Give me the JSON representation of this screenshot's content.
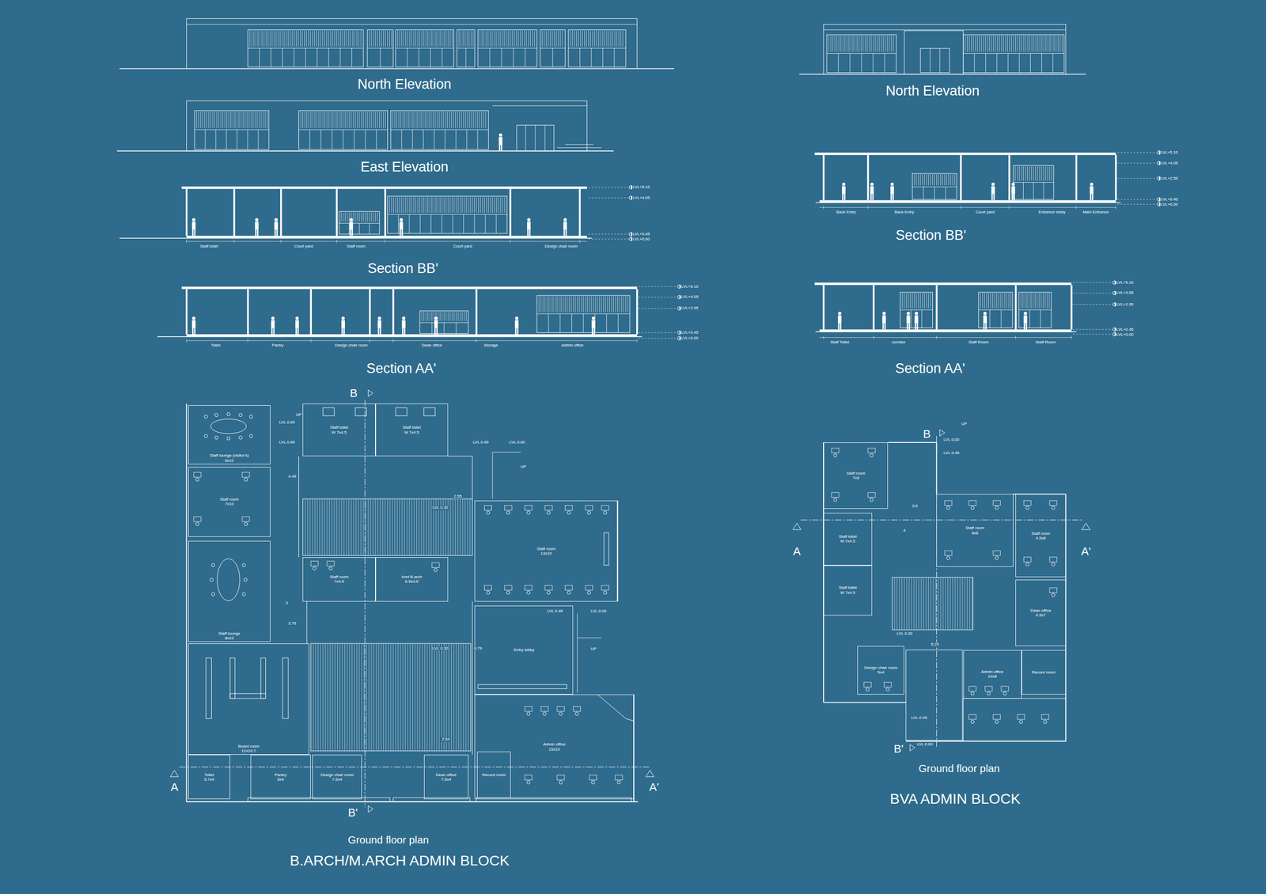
{
  "diagram": {
    "nodes": [
      {
        "text": [
          "Staff lounge (visitor's)",
          "6x10"
        ]
      },
      {
        "text": [
          "Staff toilet",
          "W 7x4.5"
        ]
      },
      {
        "text": [
          "Staff toilet",
          "M 7x4.5"
        ]
      },
      {
        "text": [
          "Staff room",
          "7x10"
        ]
      },
      {
        "text": [
          "Staff room",
          "13x10"
        ]
      },
      {
        "text": [
          "Staff lounge",
          "8x10"
        ]
      },
      {
        "text": [
          "Staff room",
          "7x4.5"
        ]
      },
      {
        "text": [
          "Hod B.arch",
          "6.5x4.5"
        ]
      },
      {
        "text": [
          "Entry lobby"
        ]
      },
      {
        "text": [
          "Board room",
          "12x10.7"
        ]
      },
      {
        "text": [
          "Admin office",
          "15x10"
        ]
      },
      {
        "text": [
          "Record room"
        ],
        "in": 10
      },
      {
        "text": [
          "Toilet",
          "5.7x4"
        ]
      },
      {
        "text": [
          "Pantry",
          "6x4"
        ]
      },
      {
        "text": [
          "Design chair room",
          "7.5x4"
        ]
      },
      {
        "text": [
          "Dean office",
          "7.5x4"
        ]
      },
      {
        "text": [
          "Staff room",
          "7x8"
        ]
      },
      {
        "text": [
          "Staff room",
          "8x8"
        ]
      },
      {
        "text": [
          "Staff room",
          "4.5x8"
        ]
      },
      {
        "text": [
          "Staff toilet",
          "M 7x4.5"
        ]
      },
      {
        "text": [
          "Staff toilet",
          "W 7x4.5"
        ]
      },
      {
        "text": [
          "Dean office",
          "4.5x7"
        ]
      },
      {
        "text": [
          "Design chair room",
          "5x4"
        ]
      },
      {
        "text": [
          "Admin office",
          "10x8"
        ]
      },
      {
        "text": [
          "Record room"
        ]
      }
    ],
    "labels": [
      "North Elevation",
      "East Elevation",
      "Section BB'",
      "Section AA'",
      "North Elevation",
      "Section BB'",
      "Section AA'",
      "LVL+5.10",
      "LVL+4.05",
      "LVL+0.45",
      "LVL+0.00",
      "LVL+5.10",
      "LVL+4.05",
      "LVL+2.95",
      "LVL+0.45",
      "LVL+0.00",
      "LVL+5.10",
      "LVL+4.05",
      "LVL+2.55",
      "LVL+0.45",
      "LVL+0.00",
      "LVL+5.10",
      "LVL+4.05",
      "LVL+2.95",
      "LVL+0.45",
      "LVL+0.00",
      "Staff toilet",
      "Court yard",
      "Staff room",
      "Court yard",
      "Design chair room",
      "Toilet",
      "Pantry",
      "Design chair room",
      "Dean office",
      "Storage",
      "Admin office",
      "Back Entry",
      "Back Entry",
      "Court yard",
      "Entrance lobby",
      "Main Entrance",
      "Staff Toilet",
      "corridor",
      "Staff Room",
      "Staff Room",
      "B",
      "B'",
      "A",
      "A'",
      "B",
      "B'",
      "A",
      "A'",
      "LVL 0.00",
      "LVL 0.45",
      "LVL 0.45",
      "LVL 0.00",
      "UP",
      "UP",
      "LVL 0.30",
      "LVL 0.45",
      "LVL 0.00",
      "UP",
      "LVL 0.30",
      "2.55",
      "4.49",
      "3",
      "3.75",
      "6.79",
      "2.54",
      "LVL 0.00",
      "LVL 0.45",
      "UP",
      "LVL 0.30",
      "LVL 0.45",
      "LVL 0.00",
      "3.5",
      "4",
      "5.23",
      "Ground floor plan",
      "B.ARCH/M.ARCH ADMIN BLOCK",
      "Ground floor plan",
      "BVA ADMIN BLOCK"
    ]
  }
}
